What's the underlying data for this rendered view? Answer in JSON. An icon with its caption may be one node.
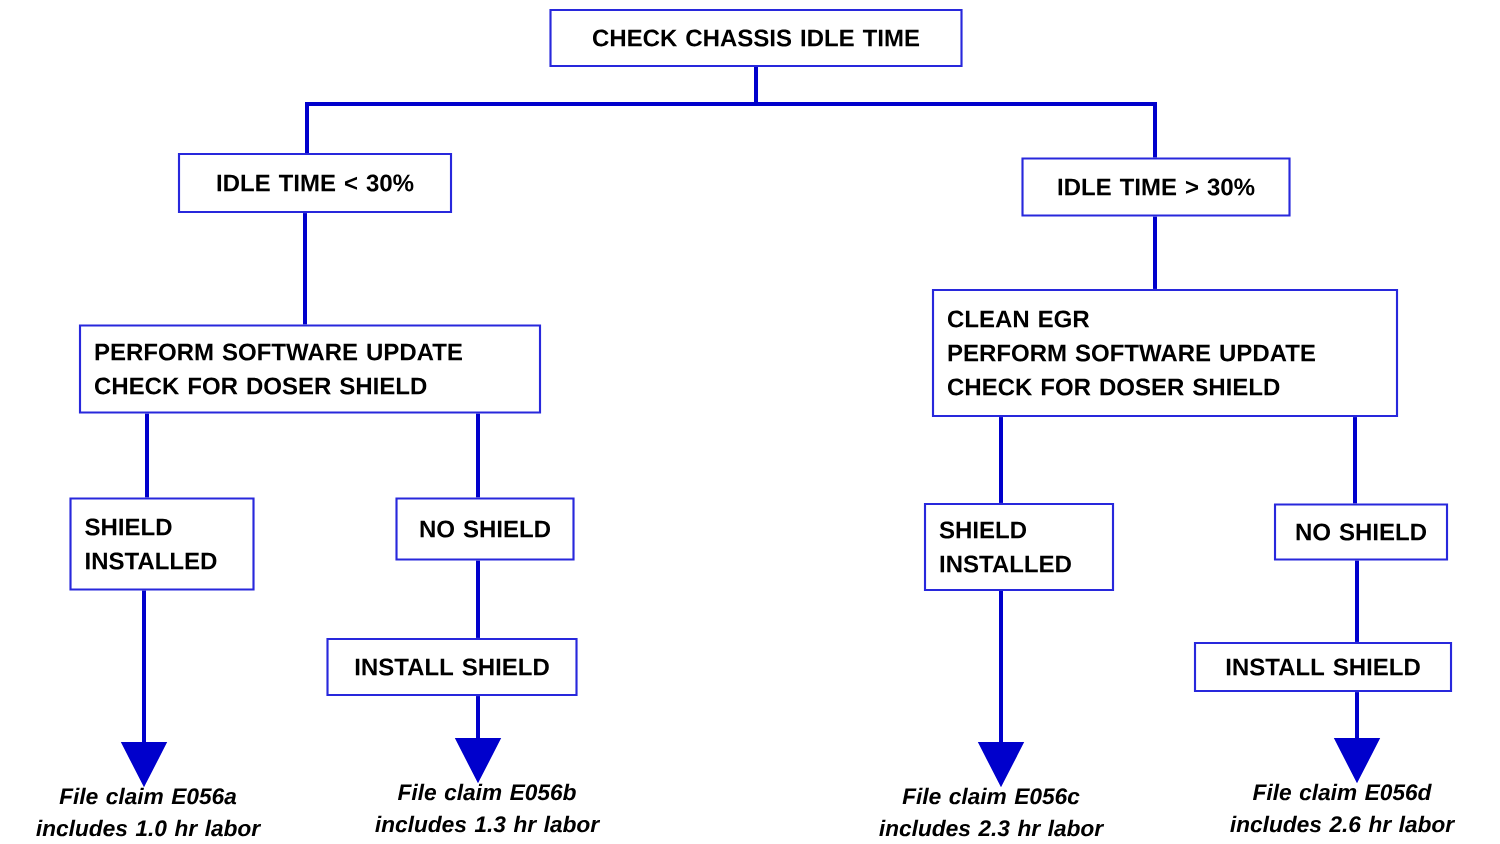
{
  "diagram": {
    "nodes": [
      {
        "text": [
          "CHECK CHASSIS IDLE TIME"
        ]
      },
      {
        "text": [
          "IDLE TIME < 30%"
        ]
      },
      {
        "text": [
          "IDLE TIME > 30%"
        ]
      },
      {
        "text": [
          "PERFORM SOFTWARE UPDATE",
          "CHECK FOR DOSER SHIELD"
        ]
      },
      {
        "text": [
          "CLEAN EGR",
          "PERFORM SOFTWARE UPDATE",
          "CHECK FOR DOSER SHIELD"
        ]
      },
      {
        "text": [
          "SHIELD INSTALLED"
        ]
      },
      {
        "text": [
          "NO SHIELD"
        ]
      },
      {
        "text": [
          "INSTALL SHIELD"
        ]
      },
      {
        "text": [
          "File claim E056a includes 1.0 hr labor"
        ]
      },
      {
        "text": [
          "File claim E056b includes 1.3 hr labor"
        ]
      },
      {
        "text": [
          "SHIELD INSTALLED"
        ]
      },
      {
        "text": [
          "NO SHIELD"
        ]
      },
      {
        "text": [
          "INSTALL SHIELD"
        ]
      },
      {
        "text": [
          "File claim E056c includes 2.3 hr labor"
        ]
      },
      {
        "text": [
          "File claim E056d includes 2.6 hr labor"
        ]
      }
    ],
    "edges": [
      {
        "from": 0,
        "to": 1,
        "arrow": "none"
      },
      {
        "from": 0,
        "to": 2,
        "arrow": "none"
      },
      {
        "from": 1,
        "to": 3,
        "arrow": "none"
      },
      {
        "from": 3,
        "to": 5,
        "arrow": "none"
      },
      {
        "from": 3,
        "to": 6,
        "arrow": "none"
      },
      {
        "from": 6,
        "to": 7,
        "arrow": "none"
      },
      {
        "from": 5,
        "to": 8,
        "arrow": "to"
      },
      {
        "from": 7,
        "to": 9,
        "arrow": "to"
      },
      {
        "from": 2,
        "to": 4,
        "arrow": "none"
      },
      {
        "from": 4,
        "to": 10,
        "arrow": "none"
      },
      {
        "from": 4,
        "to": 11,
        "arrow": "none"
      },
      {
        "from": 11,
        "to": 12,
        "arrow": "none"
      },
      {
        "from": 10,
        "to": 13,
        "arrow": "to"
      },
      {
        "from": 12,
        "to": 14,
        "arrow": "to"
      }
    ]
  }
}
